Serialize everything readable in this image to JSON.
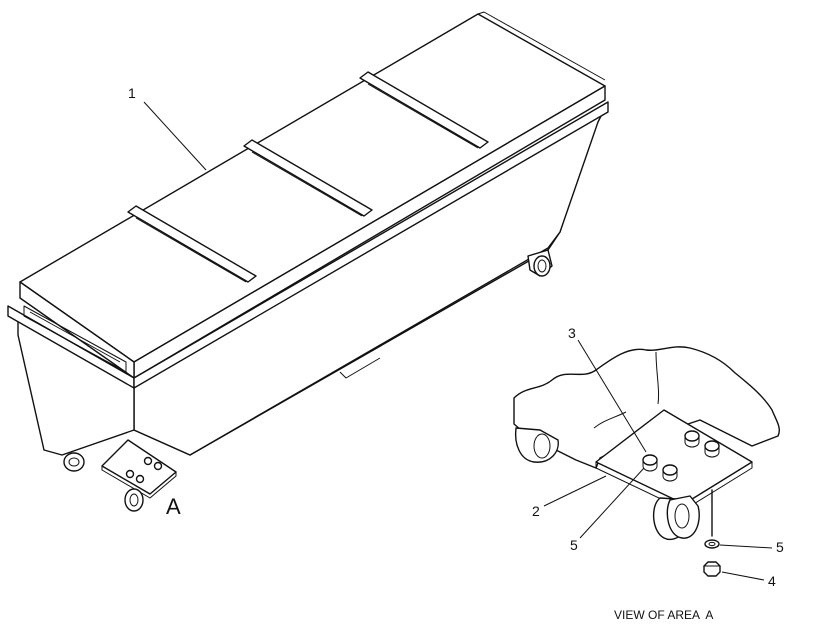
{
  "diagram": {
    "callouts": {
      "c1": "1",
      "c2": "2",
      "c3": "3",
      "c4": "4",
      "c5a": "5",
      "c5b": "5"
    },
    "area_marker": "A",
    "view_caption": "VIEW OF AREA  A"
  }
}
